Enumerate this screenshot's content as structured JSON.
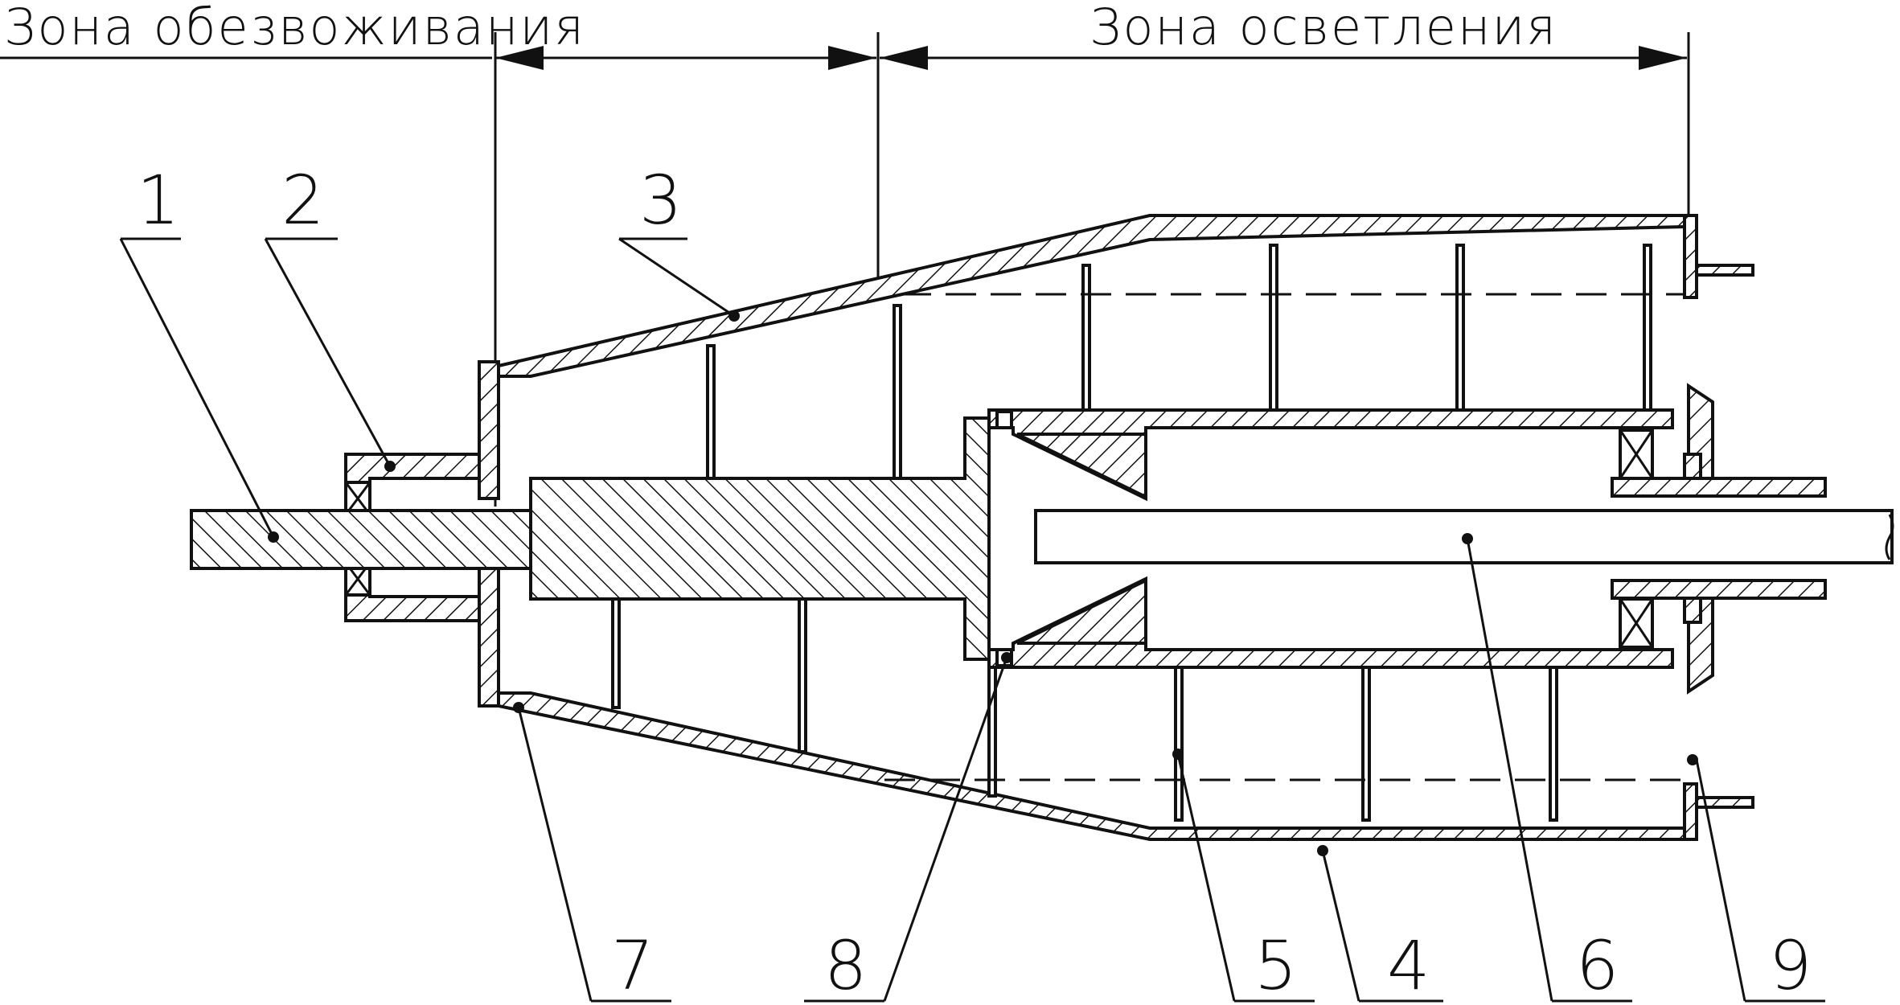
{
  "zones": {
    "dewatering": "Зона обезвоживания",
    "clarification": "Зона осветления"
  },
  "callouts": {
    "c1": "1",
    "c2": "2",
    "c3": "3",
    "c4": "4",
    "c5": "5",
    "c6": "6",
    "c7": "7",
    "c8": "8",
    "c9": "9"
  }
}
